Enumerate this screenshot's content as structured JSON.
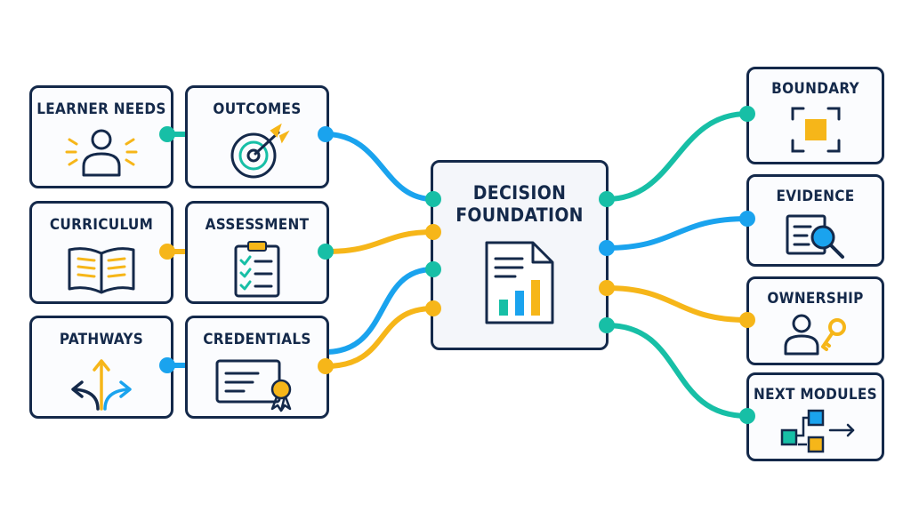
{
  "left_cards": [
    {
      "id": "learner-needs",
      "label": "LEARNER NEEDS",
      "icon": "learner-icon"
    },
    {
      "id": "outcomes",
      "label": "OUTCOMES",
      "icon": "target-icon"
    },
    {
      "id": "curriculum",
      "label": "CURRICULUM",
      "icon": "open-book-icon"
    },
    {
      "id": "assessment",
      "label": "ASSESSMENT",
      "icon": "clipboard-checklist-icon"
    },
    {
      "id": "pathways",
      "label": "PATHWAYS",
      "icon": "branching-arrows-icon"
    },
    {
      "id": "credentials",
      "label": "CREDENTIALS",
      "icon": "certificate-icon"
    }
  ],
  "center": {
    "line1": "DECISION",
    "line2": "FOUNDATION",
    "icon": "report-chart-icon"
  },
  "right_cards": [
    {
      "id": "boundary",
      "label": "BOUNDARY",
      "icon": "boundary-frame-icon"
    },
    {
      "id": "evidence",
      "label": "EVIDENCE",
      "icon": "document-magnifier-icon"
    },
    {
      "id": "ownership",
      "label": "OWNERSHIP",
      "icon": "person-key-icon"
    },
    {
      "id": "next-modules",
      "label": "NEXT MODULES",
      "icon": "module-flow-icon"
    }
  ],
  "colors": {
    "navy": "#14294a",
    "teal": "#17bfa6",
    "blue": "#1aa3ee",
    "yellow": "#f6b619"
  }
}
